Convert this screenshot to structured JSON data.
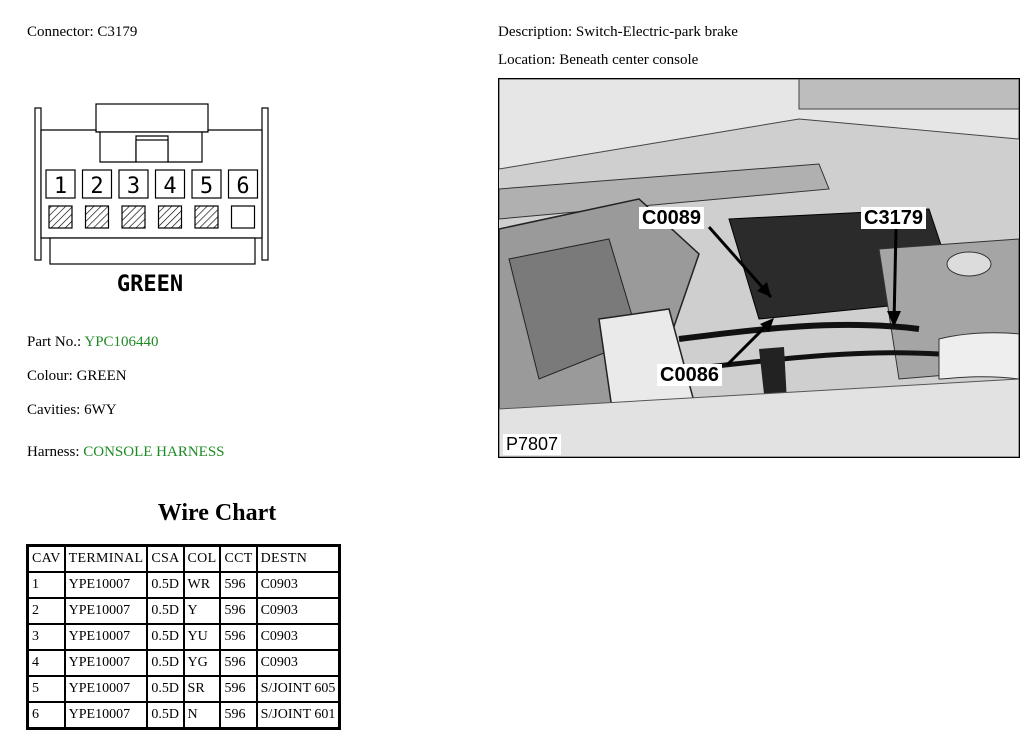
{
  "connector": {
    "label": "Connector:",
    "id": "C3179",
    "colour_marking": "GREEN",
    "pins": [
      "1",
      "2",
      "3",
      "4",
      "5",
      "6"
    ],
    "populated": [
      true,
      true,
      true,
      true,
      true,
      false
    ]
  },
  "description": {
    "label": "Description:",
    "value": "Switch-Electric-park brake"
  },
  "location": {
    "label": "Location:",
    "value": "Beneath center console"
  },
  "part_no": {
    "label": "Part No.:",
    "value": "YPC106440"
  },
  "colour": {
    "label": "Colour:",
    "value": "GREEN"
  },
  "cavities": {
    "label": "Cavities:",
    "value": "6WY"
  },
  "harness": {
    "label": "Harness:",
    "value": "CONSOLE HARNESS"
  },
  "photo": {
    "ref": "P7807",
    "callouts": [
      "C0089",
      "C3179",
      "C0086"
    ]
  },
  "wire_chart": {
    "title": "Wire Chart",
    "columns": [
      "CAV",
      "TERMINAL",
      "CSA",
      "COL",
      "CCT",
      "DESTN"
    ],
    "rows": [
      [
        "1",
        "YPE10007",
        "0.5D",
        "WR",
        "596",
        "C0903"
      ],
      [
        "2",
        "YPE10007",
        "0.5D",
        "Y",
        "596",
        "C0903"
      ],
      [
        "3",
        "YPE10007",
        "0.5D",
        "YU",
        "596",
        "C0903"
      ],
      [
        "4",
        "YPE10007",
        "0.5D",
        "YG",
        "596",
        "C0903"
      ],
      [
        "5",
        "YPE10007",
        "0.5D",
        "SR",
        "596",
        "S/JOINT 605"
      ],
      [
        "6",
        "YPE10007",
        "0.5D",
        "N",
        "596",
        "S/JOINT 601"
      ]
    ]
  },
  "colors": {
    "accent_green": "#1e8a24"
  }
}
